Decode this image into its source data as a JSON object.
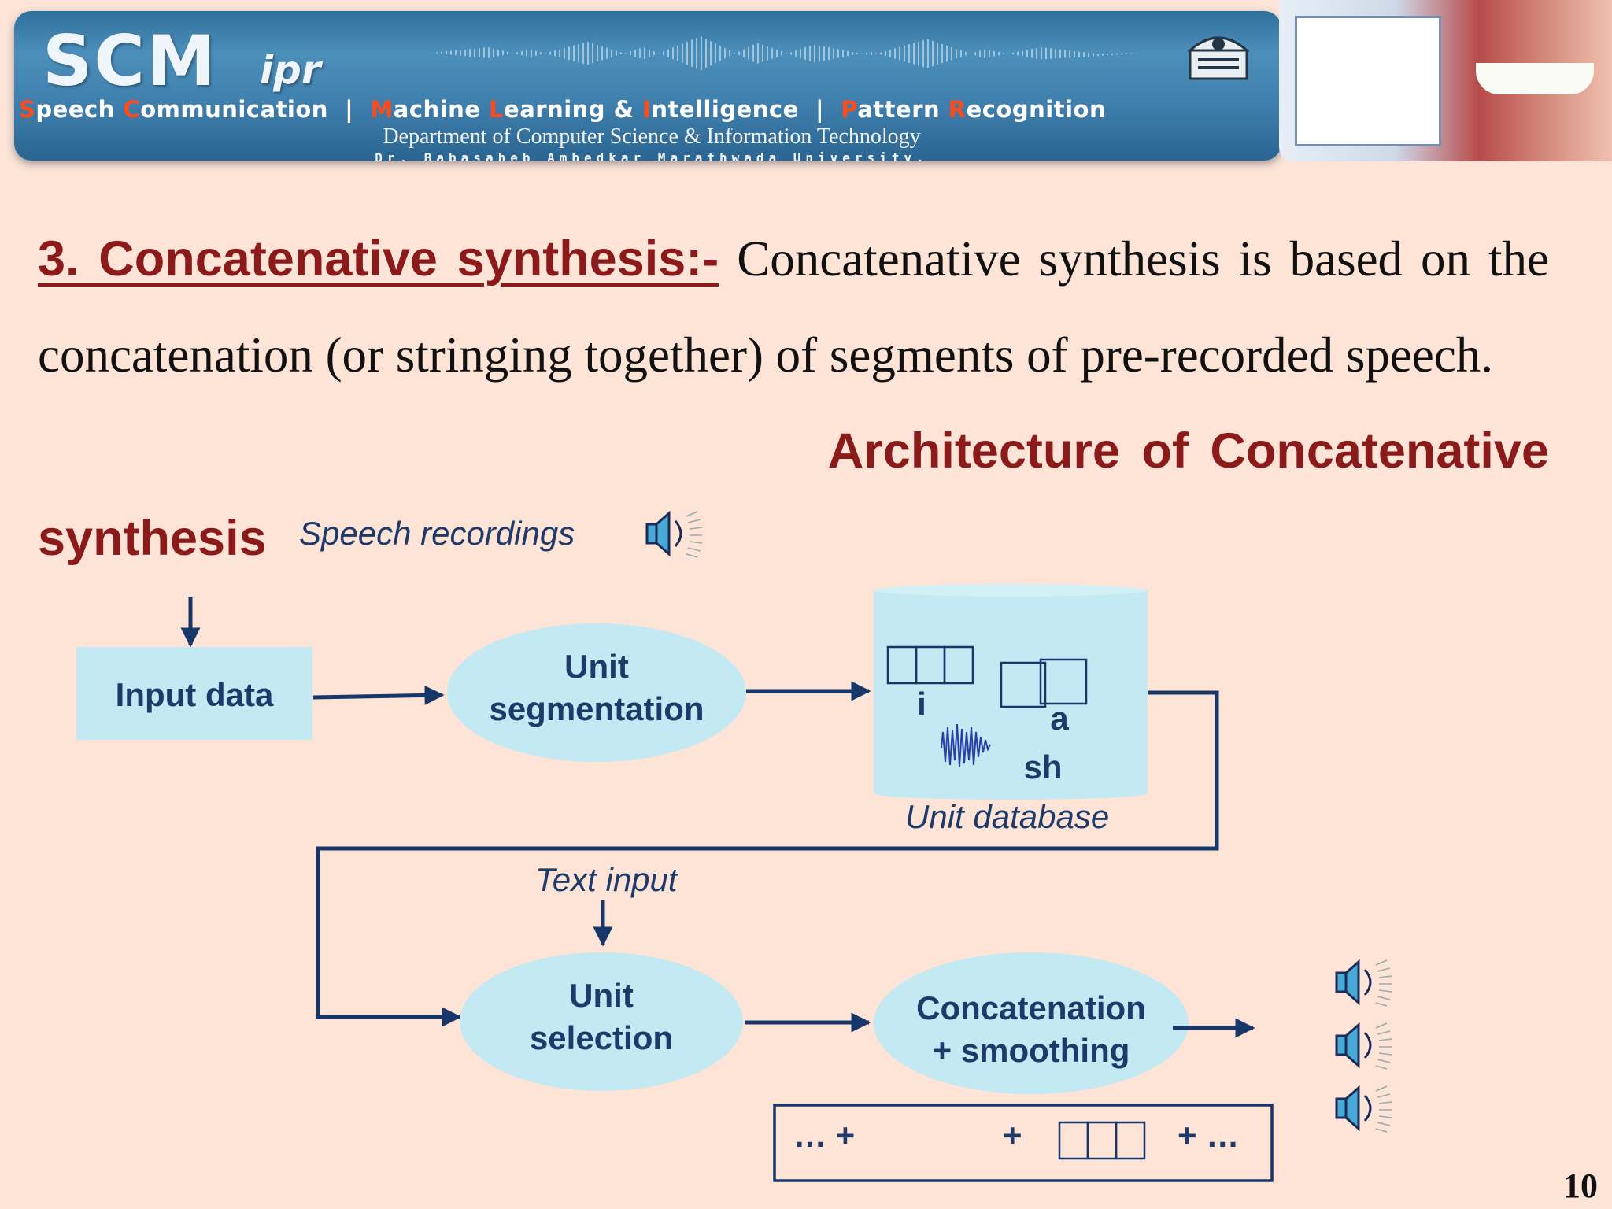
{
  "banner": {
    "brand": "SCM",
    "brand_suffix": "ipr",
    "tagline": [
      {
        "ini": "S",
        "rest": "peech "
      },
      {
        "ini": "C",
        "rest": "ommunication  |  "
      },
      {
        "ini": "M",
        "rest": "achine "
      },
      {
        "ini": "L",
        "rest": "earning & "
      },
      {
        "ini": "I",
        "rest": "ntelligence  |  "
      },
      {
        "ini": "P",
        "rest": "attern "
      },
      {
        "ini": "R",
        "rest": "ecognition"
      }
    ],
    "department": "Department of Computer Science & Information Technology",
    "university": "Dr. Babasaheb Ambedkar Marathwada University,"
  },
  "content": {
    "heading": "3. Concatenative synthesis:-",
    "body": " Concatenative synthesis is based on the concatenation (or stringing together) of segments of pre-recorded  speech.",
    "subheading": "Architecture  of  Concatenative",
    "subheading_end": "synthesis"
  },
  "diagram": {
    "speech_recordings": "Speech recordings",
    "input_data": "Input data",
    "unit_segmentation": [
      "Unit",
      "segmentation"
    ],
    "unit_database": "Unit database",
    "unit_labels": [
      "i",
      "a",
      "sh"
    ],
    "text_input": "Text input",
    "unit_selection": [
      "Unit",
      "selection"
    ],
    "concatenation": [
      "Concatenation",
      "+ smoothing"
    ],
    "sequence": [
      "… +",
      "+",
      "+ …"
    ]
  },
  "icons": [
    "speaker-icon"
  ],
  "colors": {
    "background": "#fde4d6",
    "heading": "#8b1a1a",
    "diagram_fill": "#c3e9f2",
    "diagram_line": "#17376a"
  },
  "page_number": "10"
}
